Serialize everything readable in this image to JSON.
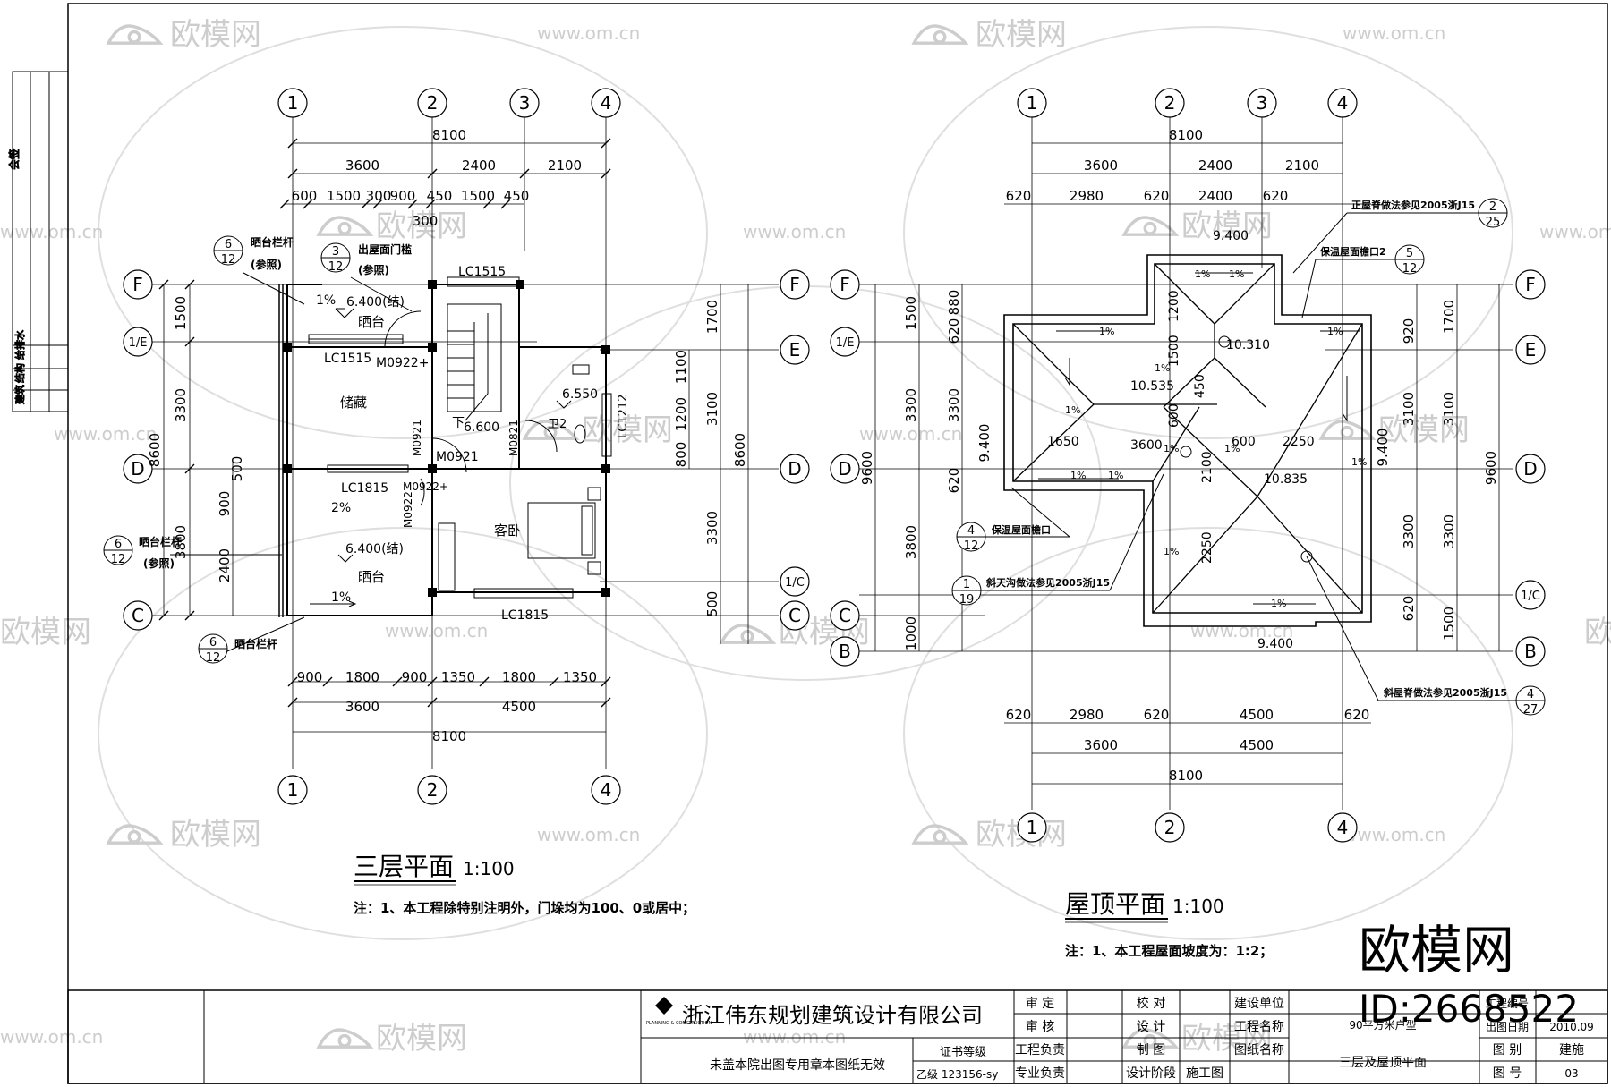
{
  "watermark": {
    "brand": "欧模网",
    "site": "www.om.cn",
    "id": "ID:2668522"
  },
  "left_plan": {
    "title": "三层平面",
    "scale": "1:100",
    "note": "注：1、本工程除特别注明外，门垛均为100、0或居中；",
    "axes_top": [
      "1",
      "2",
      "3",
      "4"
    ],
    "axes_bottom": [
      "1",
      "2",
      "4"
    ],
    "axes_left": [
      "F",
      "1/E",
      "D",
      "C"
    ],
    "axes_right": [
      "F",
      "E",
      "D",
      "1/C",
      "C"
    ],
    "dims_top_total": "8100",
    "dims_top_mid": [
      "3600",
      "2400",
      "2100"
    ],
    "dims_top_detail": [
      "600",
      "1500",
      "300",
      "900",
      "450",
      "1500",
      "450"
    ],
    "dim_top_extra": "300",
    "dims_bottom_detail": [
      "900",
      "1800",
      "900",
      "1350",
      "1800",
      "1350"
    ],
    "dims_bottom_mid": [
      "3600",
      "4500"
    ],
    "dims_bottom_total": "8100",
    "dims_left_total": "8600",
    "dims_left": [
      "1500",
      "3300",
      "3800"
    ],
    "dims_left_inner": [
      "900",
      "500",
      "2400"
    ],
    "dims_right_total": "8600",
    "dims_right": [
      "1700",
      "3100",
      "3300",
      "500"
    ],
    "dims_right_inner": [
      "1100",
      "1200",
      "800"
    ],
    "rooms": [
      "储藏",
      "晒台",
      "晒台",
      "客卧",
      "卫2"
    ],
    "labels": {
      "lc1515_top": "LC1515",
      "lc1515_left": "LC1515",
      "m0922_1": "M0922+",
      "m0921_v": "M0921",
      "m0921": "M0921",
      "m0821": "M0821",
      "lc1212": "LC1212",
      "lc1815_a": "LC1815",
      "m0922_2": "M0922+",
      "m0922_v": "M0922",
      "lc1815_b": "LC1815",
      "elev_a": "6.400(结)",
      "elev_b": "6.600",
      "elev_c": "6.550",
      "elev_d": "6.400(结)",
      "slope_a": "1%",
      "slope_b": "2%",
      "slope_c": "1%",
      "down": "下"
    },
    "callouts": [
      {
        "top": "6",
        "bottom": "12",
        "text1": "晒台栏杆",
        "text2": "(参照)"
      },
      {
        "top": "3",
        "bottom": "12",
        "text1": "出屋面门槛",
        "text2": "(参照)"
      },
      {
        "top": "6",
        "bottom": "12",
        "text1": "晒台栏杆",
        "text2": "(参照)"
      },
      {
        "top": "6",
        "bottom": "12",
        "text1": "晒台栏杆",
        "text2": ""
      }
    ]
  },
  "right_plan": {
    "title": "屋顶平面",
    "scale": "1:100",
    "note": "注：1、本工程屋面坡度为：1:2；",
    "axes_top": [
      "1",
      "2",
      "3",
      "4"
    ],
    "axes_bottom": [
      "1",
      "2",
      "4"
    ],
    "axes_left": [
      "F",
      "1/E",
      "D",
      "C",
      "B"
    ],
    "axes_right": [
      "F",
      "E",
      "D",
      "1/C",
      "B"
    ],
    "dims_top_total": "8100",
    "dims_top_mid": [
      "3600",
      "2400",
      "2100"
    ],
    "dims_top_detail": [
      "620",
      "2980",
      "620",
      "2400",
      "620"
    ],
    "dims_bottom_detail": [
      "620",
      "2980",
      "620",
      "4500",
      "620"
    ],
    "dims_bottom_mid": [
      "3600",
      "4500"
    ],
    "dims_bottom_total": "8100",
    "dims_left_total": "9600",
    "dims_left": [
      "1500",
      "3300",
      "3800",
      "1000"
    ],
    "dims_left_inner": [
      "620",
      "880",
      "3300",
      "620",
      "9.400"
    ],
    "dims_right_total": "9600",
    "dims_right": [
      "1700",
      "3100",
      "3300",
      "1500"
    ],
    "dims_right_inner": [
      "920",
      "3100",
      "3300",
      "620",
      "9.400"
    ],
    "inner_dims": [
      "9.400",
      "9.400",
      "10.310",
      "10.535",
      "10.835",
      "1650",
      "3600",
      "600",
      "2250",
      "2100",
      "2250",
      "1200",
      "1500",
      "600",
      "450"
    ],
    "slopes": [
      "1%",
      "1%",
      "1%",
      "1%",
      "1%",
      "1%",
      "1%",
      "1%",
      "1%",
      "1%",
      "1%",
      "1%",
      "1%"
    ],
    "callouts": [
      {
        "top": "2",
        "bottom": "25",
        "text": "正屋脊做法参见2005浙J15"
      },
      {
        "top": "5",
        "bottom": "12",
        "text": "保温屋面檐口2"
      },
      {
        "top": "4",
        "bottom": "12",
        "text": "保温屋面檐口"
      },
      {
        "top": "1",
        "bottom": "19",
        "text": "斜天沟做法参见2005浙J15"
      },
      {
        "top": "4",
        "bottom": "27",
        "text": "斜屋脊做法参见2005浙J15"
      }
    ]
  },
  "title_block": {
    "company": "浙江伟东规划建筑设计有限公司",
    "logo_text": "PLANNING & CONSTRUCTION",
    "stamp_note": "未盖本院出图专用章本图纸无效",
    "cert_label": "证书等级",
    "cert_value": "乙级 123156-sy",
    "c1": [
      "审 定",
      "审 核",
      "工程负责",
      "专业负责"
    ],
    "c2": [
      "校 对",
      "设 计",
      "制 图",
      "设计阶段"
    ],
    "c3_extra": "施工图",
    "c4": [
      "建设单位",
      "工程名称",
      "图纸名称"
    ],
    "project_name": "90平方米户型",
    "drawing_name": "三层及屋顶平面",
    "c6": [
      "工程编号",
      "出图日期",
      "图 别",
      "图 号"
    ],
    "date": "2010.09",
    "category": "建施",
    "sheet_no": "03"
  },
  "side_strip": {
    "top": "会签",
    "rows": [
      "建筑",
      "结构",
      "给排水"
    ]
  }
}
